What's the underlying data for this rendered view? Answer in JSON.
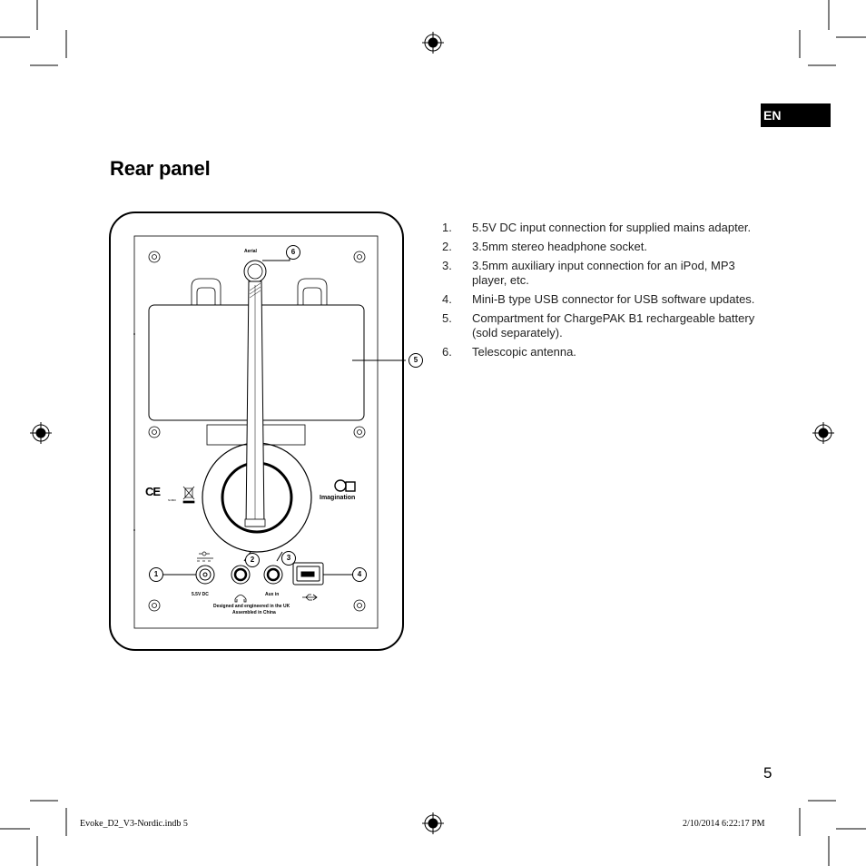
{
  "language_tab": "EN",
  "title": "Rear panel",
  "items": [
    {
      "num": "1.",
      "text": "5.5V DC input connection for supplied mains adapter."
    },
    {
      "num": "2.",
      "text": "3.5mm stereo headphone socket."
    },
    {
      "num": "3.",
      "text": "3.5mm auxiliary input connection for an iPod, MP3 player, etc."
    },
    {
      "num": "4.",
      "text": "Mini-B type USB connector for USB software updates."
    },
    {
      "num": "5.",
      "text": "Compartment for ChargePAK B1 rechargeable battery (sold separately)."
    },
    {
      "num": "6.",
      "text": "Telescopic antenna."
    }
  ],
  "page_number": "5",
  "footer": {
    "file": "Evoke_D2_V3-Nordic.indb   5",
    "timestamp": "2/10/2014   6:22:17 PM"
  },
  "figure": {
    "aerial_label": "Aerial",
    "dc_label": "5.5V DC",
    "aux_label": "Aux in",
    "designed_line1": "Designed and engineered in the UK",
    "designed_line2": "Assembled in China",
    "ce_mark": "CE",
    "ce_code": "N1800",
    "brand_logo": "Imagination",
    "callouts": [
      "1",
      "2",
      "3",
      "4",
      "5",
      "6"
    ]
  }
}
